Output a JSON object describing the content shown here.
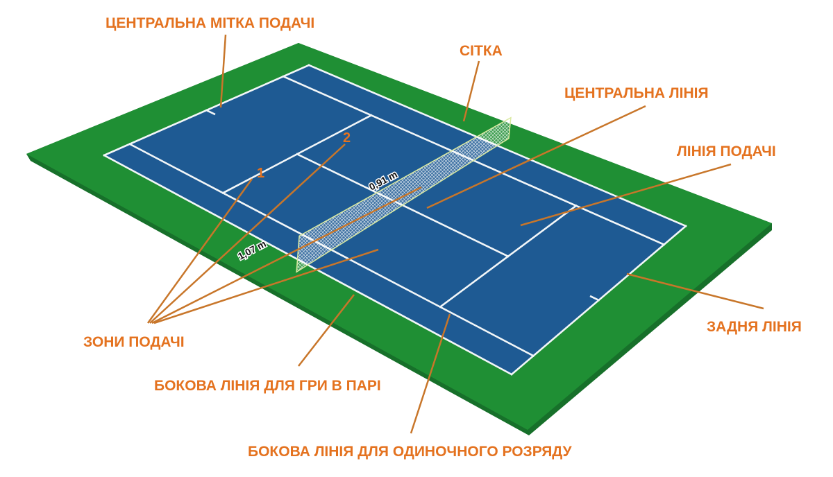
{
  "diagram": {
    "labels": {
      "center_mark": "ЦЕНТРАЛЬНА МІТКА ПОДАЧІ",
      "net": "СІТКА",
      "center_line": "ЦЕНТРАЛЬНА ЛІНІЯ",
      "service_line": "ЛІНІЯ ПОДАЧІ",
      "baseline": "ЗАДНЯ ЛІНІЯ",
      "service_boxes": "ЗОНИ ПОДАЧІ",
      "doubles_sideline": "БОКОВА ЛІНІЯ ДЛЯ ГРИ В ПАРІ",
      "singles_sideline": "БОКОВА ЛІНІЯ ДЛЯ ОДИНОЧНОГО РОЗРЯДУ"
    },
    "zone_numbers": [
      "1",
      "2"
    ],
    "measurements": {
      "net_center_height": "0,91 m",
      "net_post_height": "1,07 m"
    },
    "colors": {
      "label": "#e4721f",
      "leader": "#c8762a",
      "surround": "#1f8f34",
      "court": "#1e5a93",
      "lines": "#f2f6f8"
    }
  }
}
